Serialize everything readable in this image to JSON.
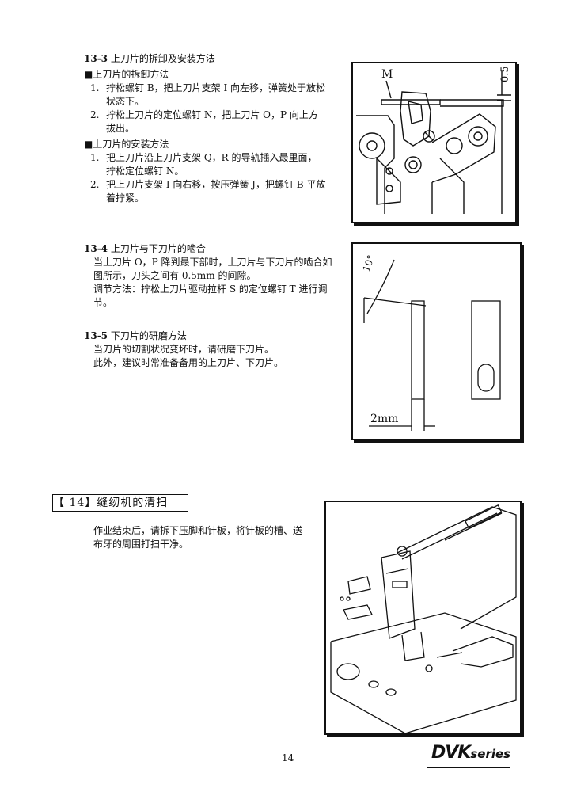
{
  "s13_3": {
    "num": "13-3",
    "title": "上刀片的拆卸及安装方法",
    "remove_heading": "■上刀片的拆卸方法",
    "remove_steps": [
      {
        "num": "1.",
        "lines": [
          "拧松螺钉 B，把上刀片支架 I 向左移，弹簧处于放松",
          "状态下。"
        ]
      },
      {
        "num": "2.",
        "lines": [
          "拧松上刀片的定位螺钉 N，把上刀片 O，P 向上方",
          "拔出。"
        ]
      }
    ],
    "install_heading": "■上刀片的安装方法",
    "install_steps": [
      {
        "num": "1.",
        "lines": [
          "把上刀片沿上刀片支架 Q，R 的导轨插入最里面，",
          "拧松定位螺钉 N。"
        ]
      },
      {
        "num": "2.",
        "lines": [
          "把上刀片支架 I 向右移，按压弹簧 J，把螺钉 B 平放",
          "着拧紧。"
        ]
      }
    ],
    "figure_labels": {
      "m": "M",
      "gap": "0.5"
    }
  },
  "s13_4": {
    "num": "13-4",
    "title": "上刀片与下刀片的啮合",
    "lines": [
      "当上刀片 O，P 降到最下部时，上刀片与下刀片的啮合如",
      "图所示，刀头之间有 0.5mm 的间隙。",
      "调节方法：拧松上刀片驱动拉杆 S 的定位螺钉 T 进行调",
      "节。"
    ]
  },
  "s13_5": {
    "num": "13-5",
    "title": "下刀片的研磨方法",
    "lines": [
      "当刀片的切割状况变坏时，请研磨下刀片。",
      "此外，建议时常准备备用的上刀片、下刀片。"
    ],
    "figure_labels": {
      "angle": "10°",
      "width": "2mm"
    }
  },
  "s14": {
    "title": "【 14】缝纫机的清扫",
    "lines": [
      "作业结束后，请拆下压脚和针板，将针板的槽、送",
      "布牙的周围打扫干净。"
    ]
  },
  "footer": {
    "page": "14",
    "brand": "DVK",
    "brand_suffix": "series"
  }
}
